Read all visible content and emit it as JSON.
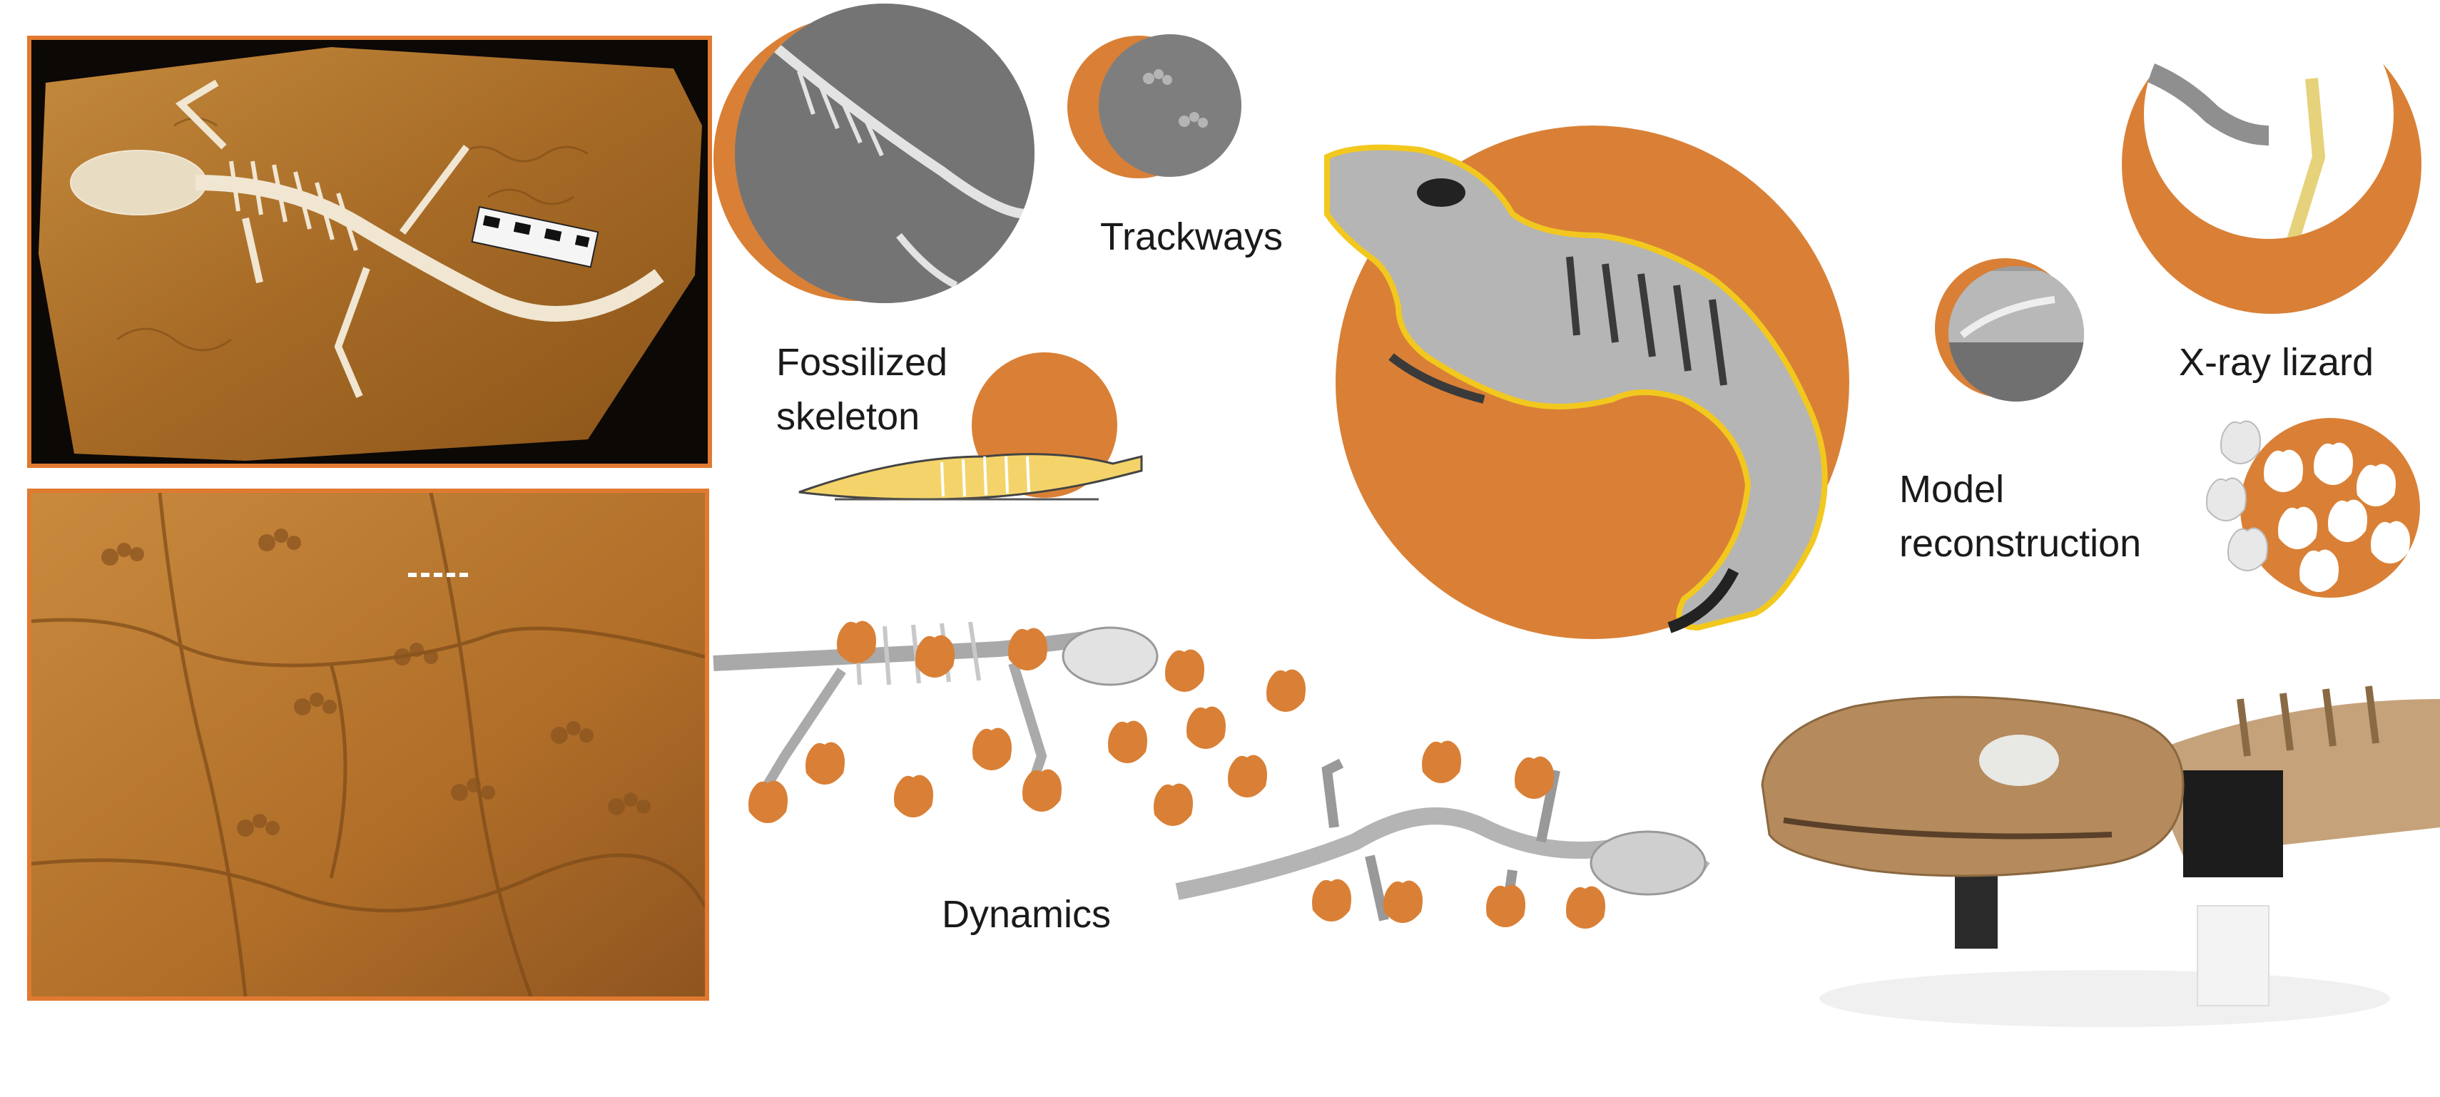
{
  "colors": {
    "accent_orange": "#d98036",
    "frame_orange": "#e07a30",
    "fossil_brown": "#a8682a",
    "bone_white": "#e8e4da",
    "skeleton_gray": "#8c8c8c",
    "highlight_yellow": "#f2c81e"
  },
  "labels": {
    "trackways": "Trackways",
    "fossilized_skeleton_line1": "Fossilized",
    "fossilized_skeleton_line2": "skeleton",
    "xray_lizard": "X-ray lizard",
    "model_reconstruction_line1": "Model",
    "model_reconstruction_line2": "reconstruction",
    "dynamics": "Dynamics"
  },
  "icons": [
    "footprint-icon",
    "skeleton-icon",
    "robot-icon",
    "scale-bar-icon"
  ]
}
